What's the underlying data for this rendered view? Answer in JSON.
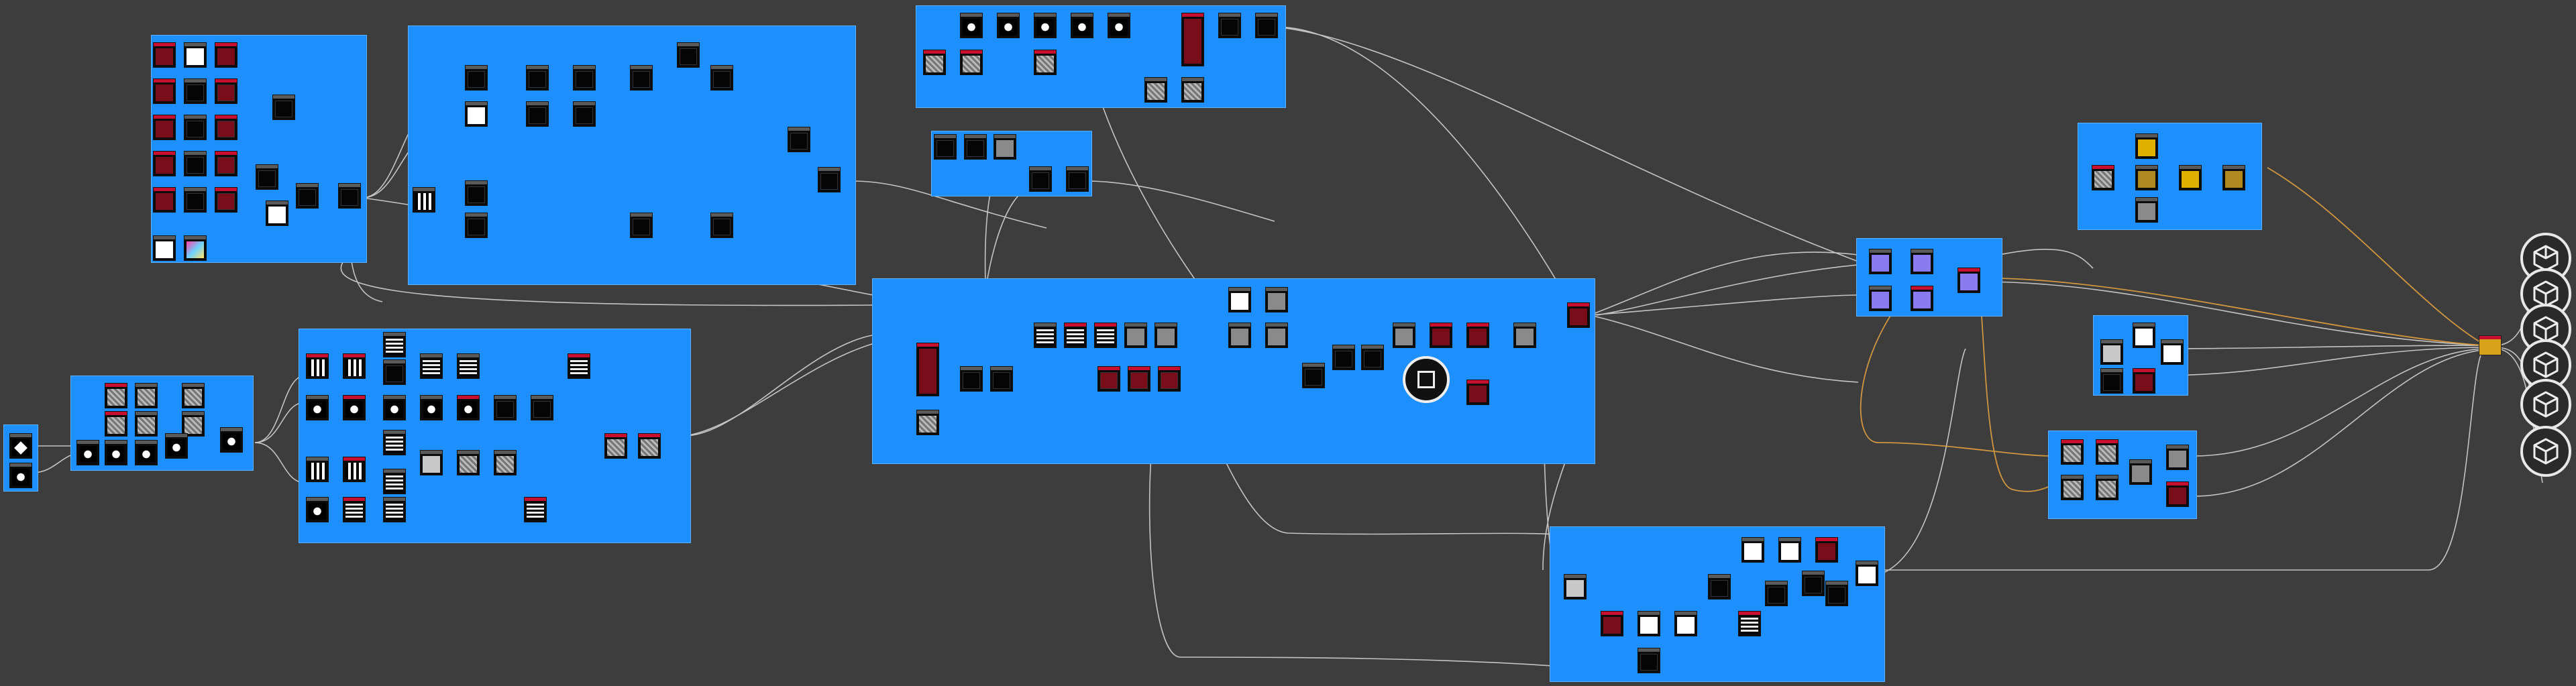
{
  "window": {
    "app": "",
    "frames": [
      {
        "id": "frame-input",
        "label": ""
      },
      {
        "id": "frame-shapes",
        "label": ""
      },
      {
        "id": "frame-masks-top",
        "label": ""
      },
      {
        "id": "frame-blur-chain",
        "label": ""
      },
      {
        "id": "frame-patterns",
        "label": ""
      },
      {
        "id": "frame-filters-top",
        "label": ""
      },
      {
        "id": "frame-levels",
        "label": ""
      },
      {
        "id": "frame-main-compositing",
        "label": ""
      },
      {
        "id": "frame-bottom",
        "label": ""
      },
      {
        "id": "frame-purple",
        "label": ""
      },
      {
        "id": "frame-yellow",
        "label": ""
      },
      {
        "id": "frame-white",
        "label": ""
      },
      {
        "id": "frame-mix",
        "label": ""
      }
    ],
    "output_buttons": [
      {
        "name": "base-color-output",
        "icon": "cube-icon"
      },
      {
        "name": "normal-output",
        "icon": "cube-icon"
      },
      {
        "name": "roughness-output",
        "icon": "cube-icon"
      },
      {
        "name": "metallic-output",
        "icon": "cube-icon"
      },
      {
        "name": "height-output",
        "icon": "cube-icon"
      },
      {
        "name": "ambient-occlusion-output",
        "icon": "cube-icon"
      }
    ],
    "colors": {
      "background": "#3d3d3d",
      "frame": "#1e8fff",
      "wire": "#dcdcdc",
      "wire_accent": "#e0a040",
      "node_header_red": "#c8102e"
    }
  }
}
